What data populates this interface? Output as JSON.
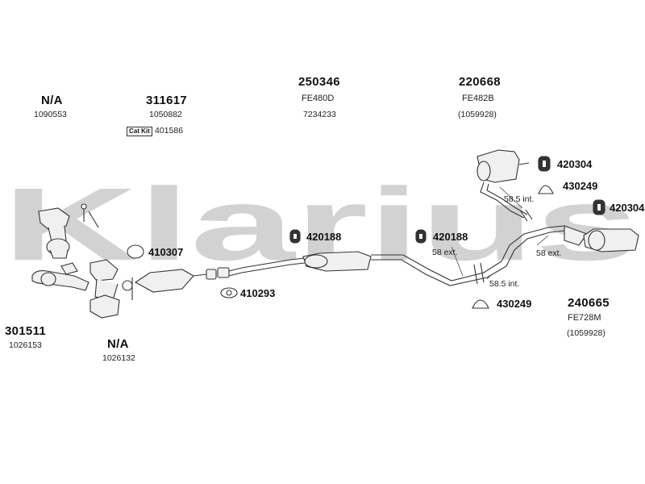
{
  "watermark": {
    "text": "Klarius",
    "color": "#d2d2d2"
  },
  "groups": {
    "na_top": {
      "code": "N/A",
      "ref": "1090553"
    },
    "g311617": {
      "code": "311617",
      "ref": "1050882",
      "catkit_label": "Cat Kit",
      "catkit_ref": "401586"
    },
    "g250346": {
      "code": "250346",
      "sub": "FE480D",
      "ref": "7234233"
    },
    "g220668": {
      "code": "220668",
      "sub": "FE482B",
      "ref": "(1059928)"
    },
    "g301511": {
      "code": "301511",
      "ref": "1026153"
    },
    "na_bottom": {
      "code": "N/A",
      "ref": "1026132"
    },
    "g240665": {
      "code": "240665",
      "sub": "FE728M",
      "ref": "(1059928)"
    }
  },
  "parts": {
    "p410307": "410307",
    "p410293": "410293",
    "p420188a": "420188",
    "p420188b": "420188",
    "p420304a": "420304",
    "p420304b": "420304",
    "p430249a": "430249",
    "p430249b": "430249"
  },
  "notes": {
    "n585_top": "58.5 int.",
    "n58_mid": "58 ext.",
    "n58_right": "58 ext.",
    "n585_bottom": "58.5 int."
  }
}
